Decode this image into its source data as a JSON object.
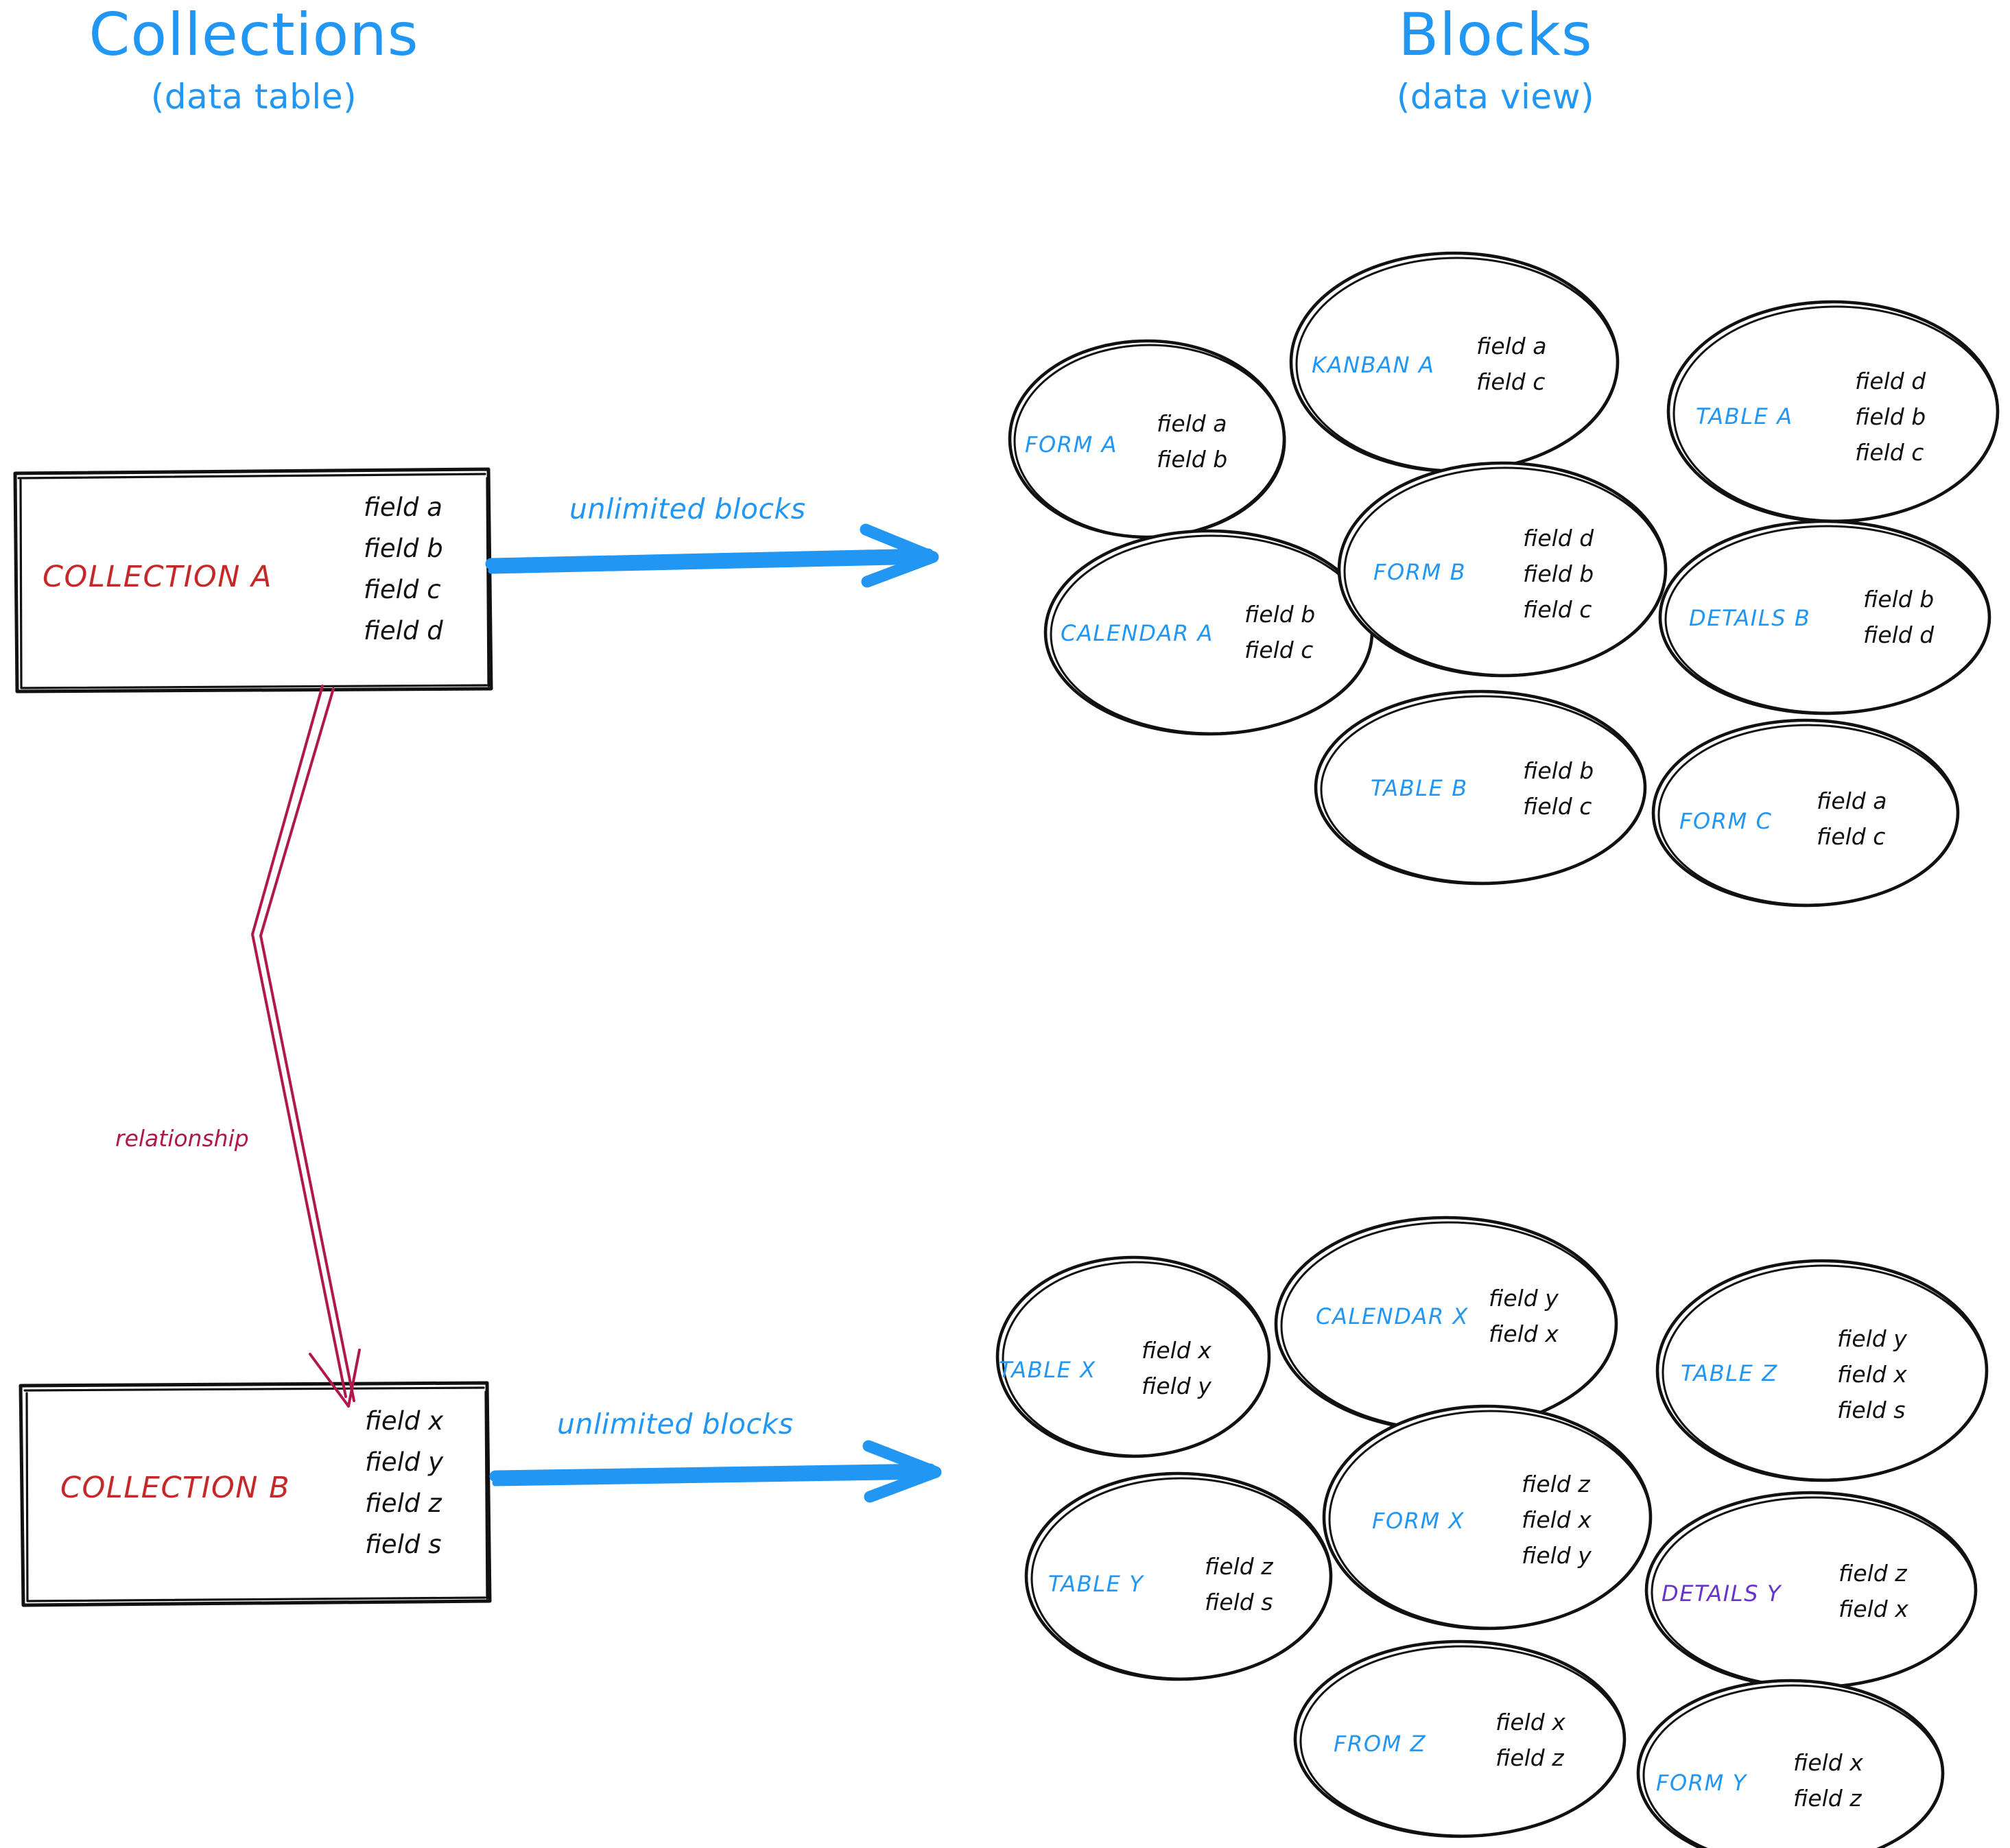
{
  "headings": {
    "left": {
      "main": "Collections",
      "sub": "(data table)"
    },
    "right": {
      "main": "Blocks",
      "sub": "(data view)"
    }
  },
  "colors": {
    "accent_blue": "#2196f3",
    "collection_red": "#c62828",
    "relationship_crimson": "#b0184d",
    "details_purple": "#6633cc",
    "ink_black": "#111111"
  },
  "collections": [
    {
      "name": "COLLECTION A",
      "fields": [
        "field a",
        "field b",
        "field c",
        "field d"
      ]
    },
    {
      "name": "COLLECTION B",
      "fields": [
        "field x",
        "field y",
        "field z",
        "field s"
      ]
    }
  ],
  "arrows": {
    "top_label": "unlimited blocks",
    "bottom_label": "unlimited blocks",
    "relationship_label": "relationship"
  },
  "block_groups": [
    {
      "for_collection": "COLLECTION A",
      "blocks": [
        {
          "name": "FORM A",
          "color": "blue",
          "fields": [
            "field a",
            "field b"
          ]
        },
        {
          "name": "KANBAN A",
          "color": "blue",
          "fields": [
            "field a",
            "field c"
          ]
        },
        {
          "name": "TABLE A",
          "color": "blue",
          "fields": [
            "field d",
            "field b",
            "field c"
          ]
        },
        {
          "name": "CALENDAR A",
          "color": "blue",
          "fields": [
            "field b",
            "field c"
          ]
        },
        {
          "name": "FORM B",
          "color": "blue",
          "fields": [
            "field d",
            "field b",
            "field c"
          ]
        },
        {
          "name": "DETAILS B",
          "color": "blue",
          "fields": [
            "field b",
            "field d"
          ]
        },
        {
          "name": "TABLE B",
          "color": "blue",
          "fields": [
            "field b",
            "field c"
          ]
        },
        {
          "name": "FORM C",
          "color": "blue",
          "fields": [
            "field a",
            "field c"
          ]
        }
      ]
    },
    {
      "for_collection": "COLLECTION B",
      "blocks": [
        {
          "name": "TABLE X",
          "color": "blue",
          "fields": [
            "field x",
            "field y"
          ]
        },
        {
          "name": "CALENDAR X",
          "color": "blue",
          "fields": [
            "field y",
            "field x"
          ]
        },
        {
          "name": "TABLE Z",
          "color": "blue",
          "fields": [
            "field y",
            "field x",
            "field s"
          ]
        },
        {
          "name": "TABLE Y",
          "color": "blue",
          "fields": [
            "field z",
            "field s"
          ]
        },
        {
          "name": "FORM X",
          "color": "blue",
          "fields": [
            "field z",
            "field x",
            "field y"
          ]
        },
        {
          "name": "DETAILS Y",
          "color": "purple",
          "fields": [
            "field z",
            "field x"
          ]
        },
        {
          "name": "FROM Z",
          "color": "blue",
          "fields": [
            "field x",
            "field z"
          ]
        },
        {
          "name": "FORM Y",
          "color": "blue",
          "fields": [
            "field x",
            "field z"
          ]
        }
      ]
    }
  ]
}
